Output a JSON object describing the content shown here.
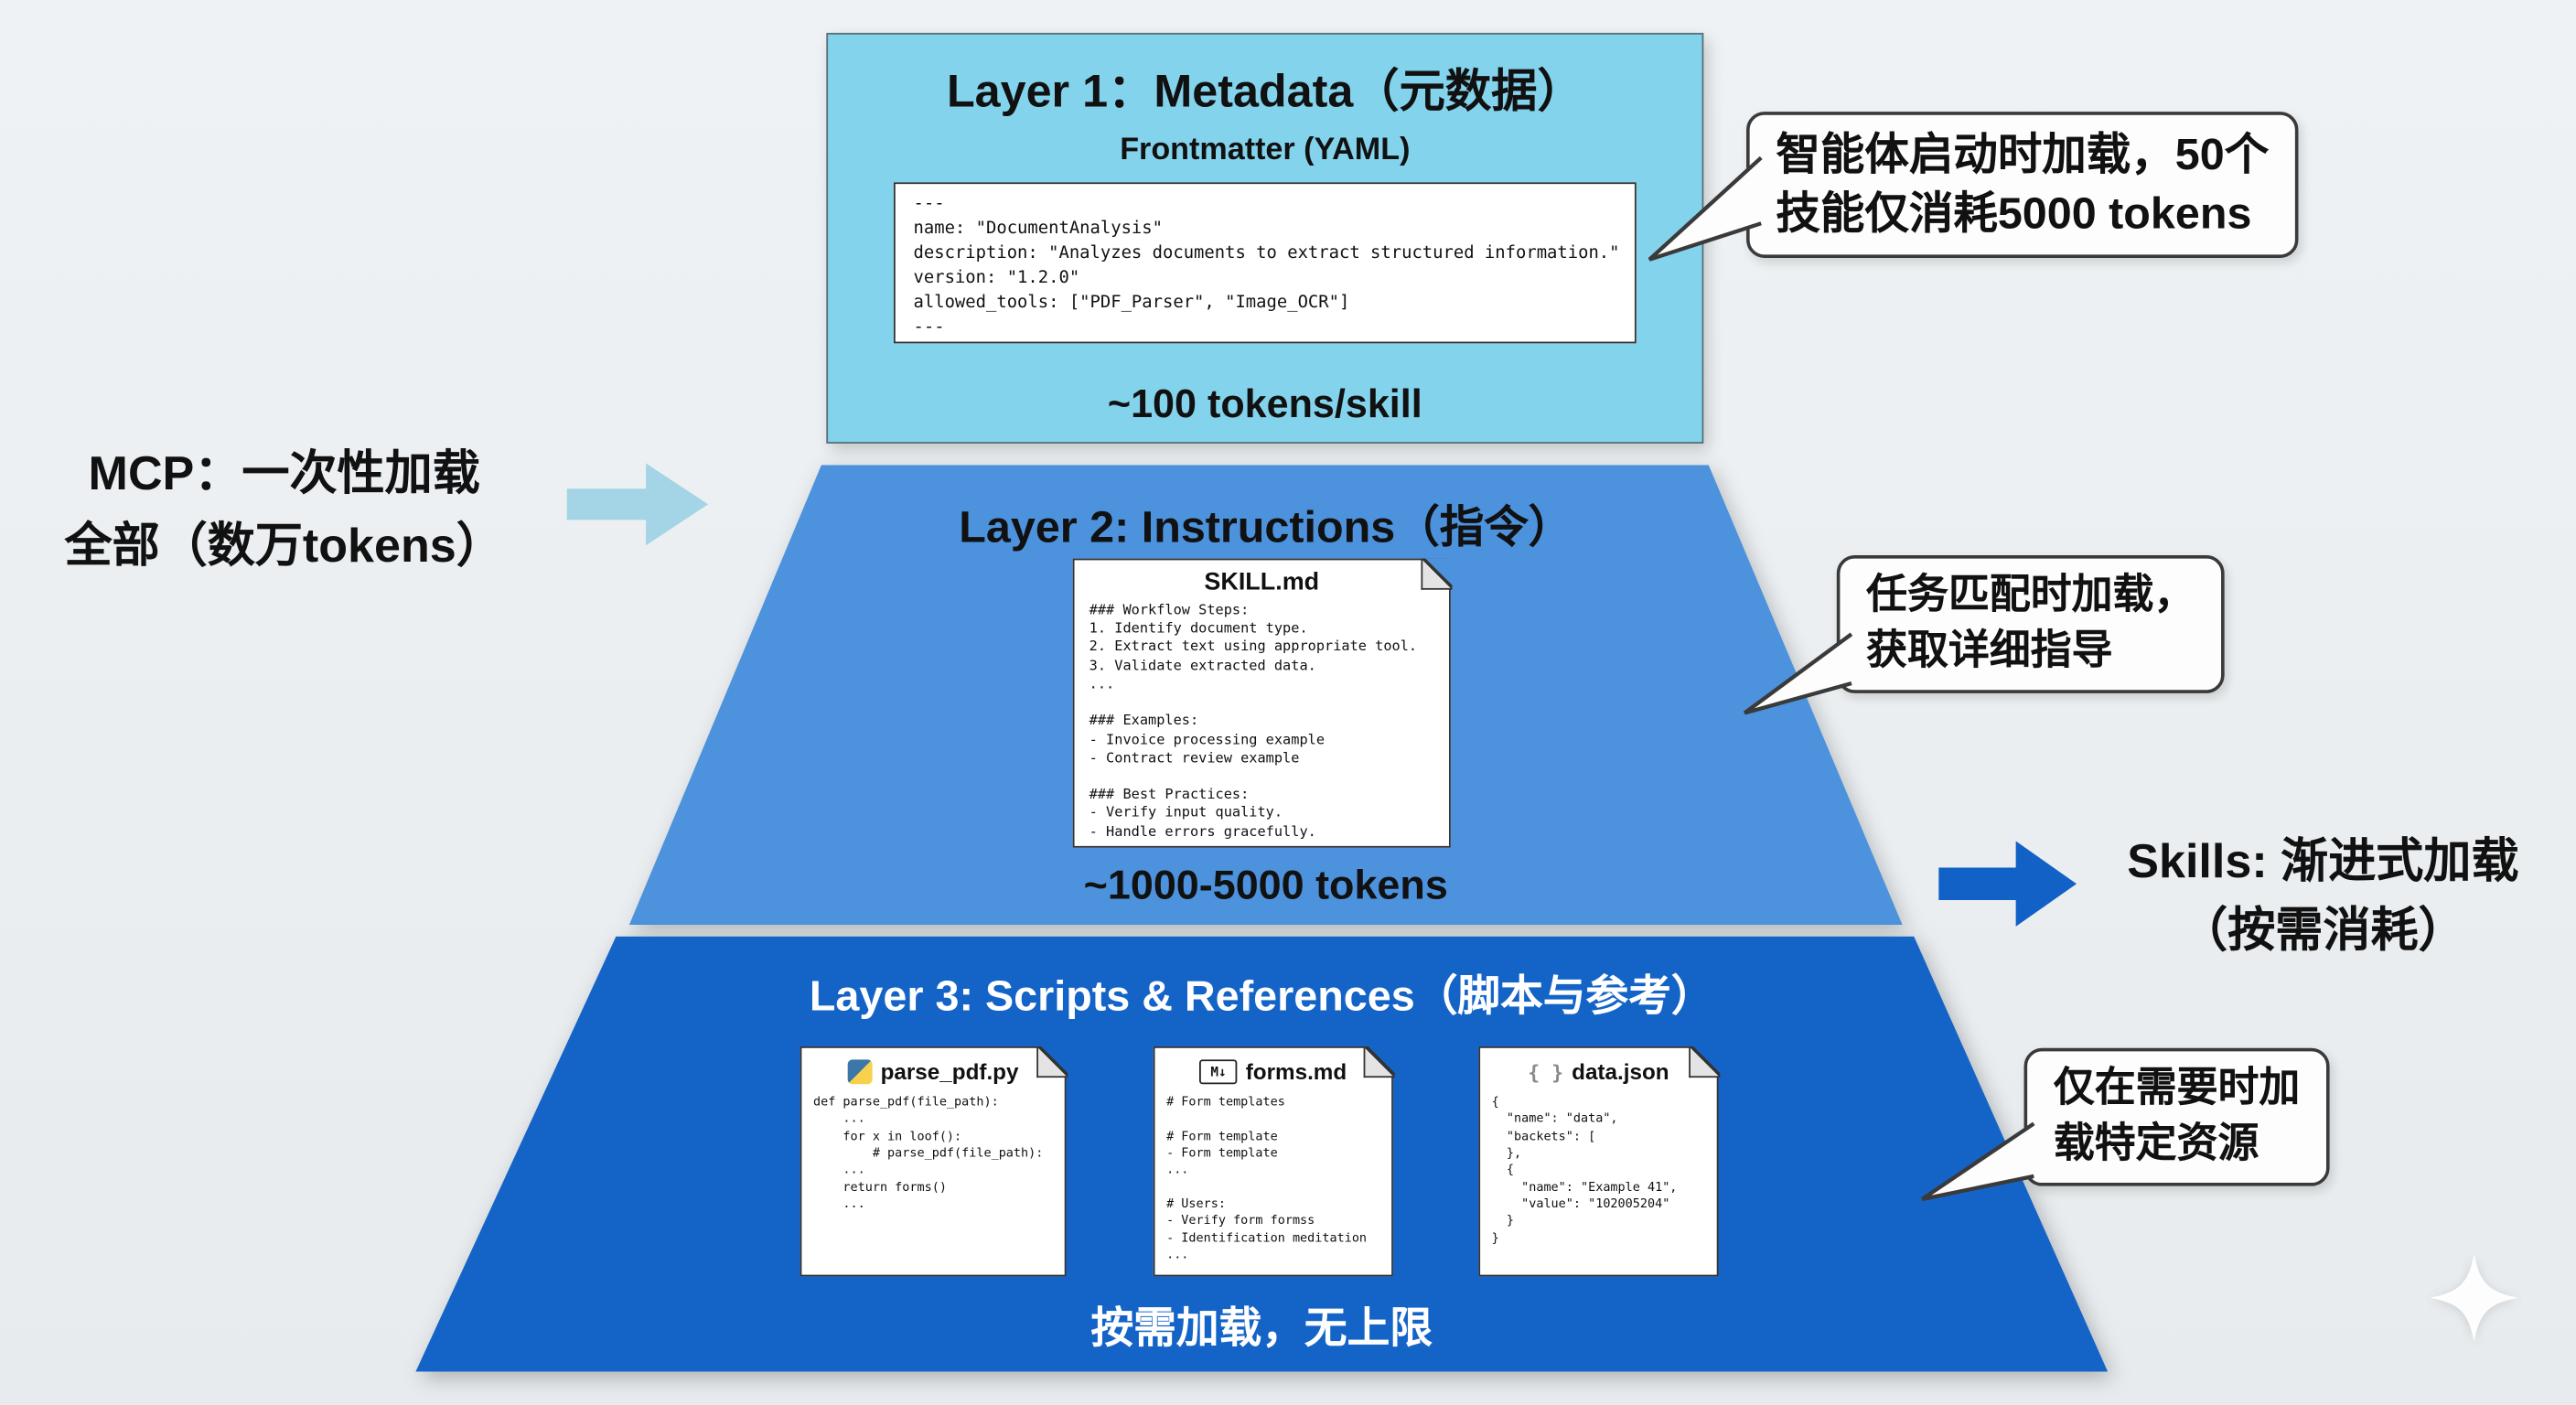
{
  "page": {
    "background": "#e9edef"
  },
  "colors": {
    "layer1_bg": "#84d3ec",
    "layer2_bg": "#4c92dd",
    "layer3_bg": "#1464c8",
    "mcp_arrow": "#a3d5e6",
    "skills_arrow": "#1261c6",
    "callout_border": "#3a3a3a"
  },
  "left_annotation": {
    "line1": "MCP：一次性加载",
    "line2": "全部（数万tokens）"
  },
  "layer1": {
    "title": "Layer 1：Metadata（元数据）",
    "subtitle": "Frontmatter (YAML)",
    "yaml_code": "---\nname: \"DocumentAnalysis\"\ndescription: \"Analyzes documents to extract structured information.\"\nversion: \"1.2.0\"\nallowed_tools: [\"PDF_Parser\", \"Image_OCR\"]\n---",
    "footer": "~100 tokens/skill"
  },
  "layer2": {
    "title": "Layer 2: Instructions（指令）",
    "doc_title": "SKILL.md",
    "doc_content": "### Workflow Steps:\n1. Identify document type.\n2. Extract text using appropriate tool.\n3. Validate extracted data.\n...\n\n### Examples:\n- Invoice processing example\n- Contract review example\n\n### Best Practices:\n- Verify input quality.\n- Handle errors gracefully.",
    "footer": "~1000-5000 tokens"
  },
  "layer3": {
    "title": "Layer 3: Scripts & References（脚本与参考）",
    "files": [
      {
        "name": "parse_pdf.py",
        "icon": "python-icon",
        "content": "def parse_pdf(file_path):\n    ...\n    for x in loof():\n        # parse_pdf(file_path):\n    ...\n    return forms()\n    ..."
      },
      {
        "name": "forms.md",
        "icon": "markdown-icon",
        "icon_glyph": "M↓",
        "content": "# Form templates\n\n# Form template\n- Form template\n...\n\n# Users:\n- Verify form formss\n- Identification meditation\n..."
      },
      {
        "name": "data.json",
        "icon": "json-icon",
        "icon_glyph": "{ }",
        "content": "{\n  \"name\": \"data\",\n  \"backets\": [\n  },\n  {\n    \"name\": \"Example 41\",\n    \"value\": \"102005204\"\n  }\n}"
      }
    ],
    "footer": "按需加载，无上限"
  },
  "callouts": {
    "startup": {
      "line1": "智能体启动时加载，50个",
      "line2": "技能仅消耗5000 tokens"
    },
    "match": {
      "line1": "任务匹配时加载，",
      "line2": "获取详细指导"
    },
    "ondemand": {
      "line1": "仅在需要时加",
      "line2": "载特定资源"
    }
  },
  "skills_annotation": {
    "line1": "Skills: 渐进式加载",
    "line2": "（按需消耗）"
  }
}
